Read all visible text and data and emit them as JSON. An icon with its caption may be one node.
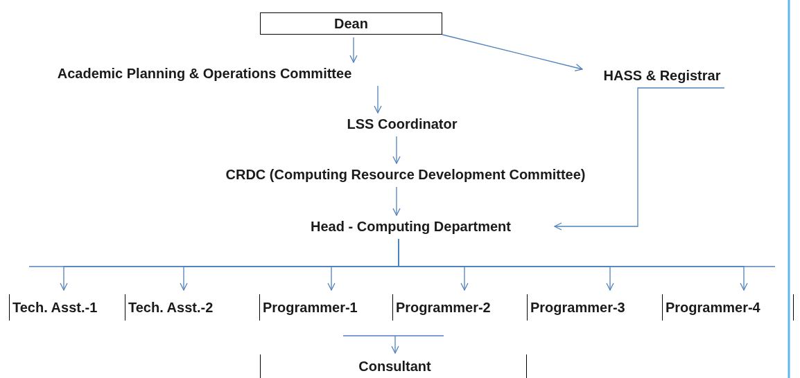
{
  "diagram": {
    "nodes": [
      {
        "text": [
          "Dean"
        ]
      },
      {
        "text": [
          "Academic Planning & Operations Committee"
        ]
      },
      {
        "text": [
          "HASS & Registrar"
        ]
      },
      {
        "text": [
          "LSS Coordinator"
        ]
      },
      {
        "text": [
          "CRDC (Computing Resource Development Committee)"
        ]
      },
      {
        "text": [
          "Head - Computing Department"
        ]
      },
      {
        "text": [
          "Tech. Asst.-1"
        ]
      },
      {
        "text": [
          "Tech. Asst.-2"
        ]
      },
      {
        "text": [
          "Programmer-1"
        ]
      },
      {
        "text": [
          "Programmer-2"
        ]
      },
      {
        "text": [
          "Programmer-3"
        ]
      },
      {
        "text": [
          "Programmer-4"
        ]
      },
      {
        "text": [
          "Consultant"
        ]
      }
    ],
    "edges": [
      {
        "from": 0,
        "to": 1,
        "arrow": "to"
      },
      {
        "from": 0,
        "to": 2,
        "arrow": "to"
      },
      {
        "from": 1,
        "to": 3,
        "arrow": "to"
      },
      {
        "from": 3,
        "to": 4,
        "arrow": "to"
      },
      {
        "from": 4,
        "to": 5,
        "arrow": "to"
      },
      {
        "from": 2,
        "to": 5,
        "arrow": "to"
      },
      {
        "from": 5,
        "to": 6,
        "arrow": "to"
      },
      {
        "from": 5,
        "to": 7,
        "arrow": "to"
      },
      {
        "from": 5,
        "to": 8,
        "arrow": "to"
      },
      {
        "from": 5,
        "to": 9,
        "arrow": "to"
      },
      {
        "from": 5,
        "to": 10,
        "arrow": "to"
      },
      {
        "from": 5,
        "to": 11,
        "arrow": "to"
      },
      {
        "from": 8,
        "to": 12,
        "arrow": "to"
      }
    ]
  }
}
